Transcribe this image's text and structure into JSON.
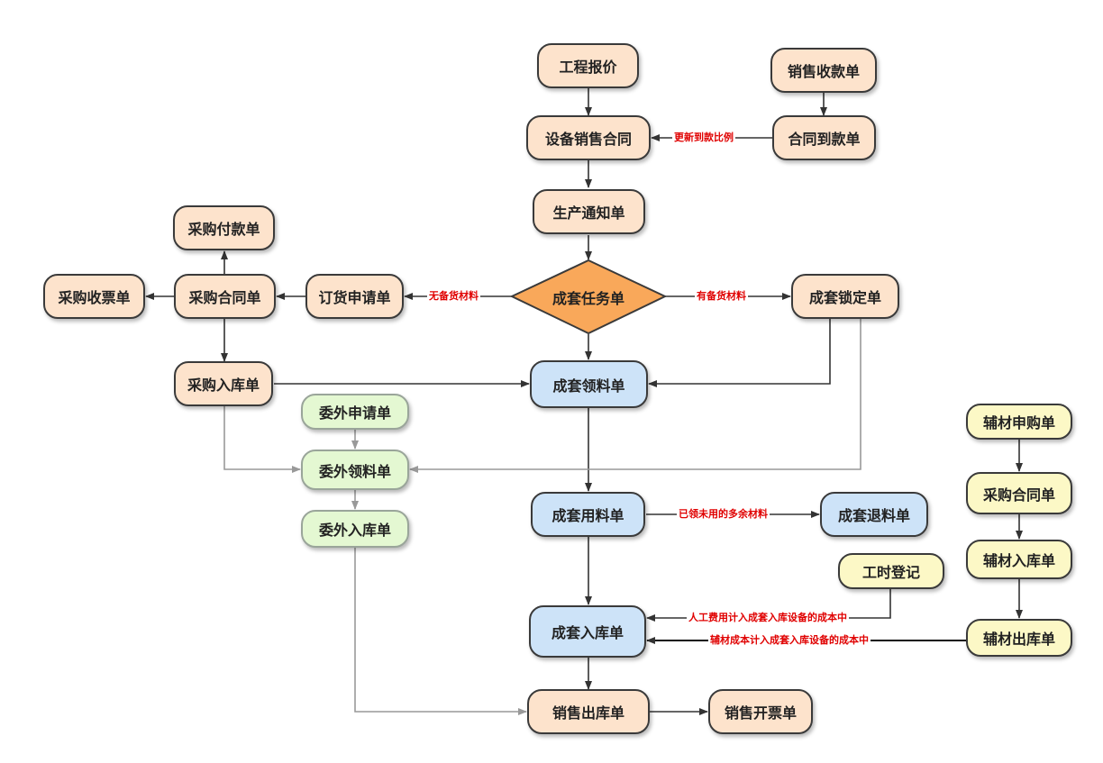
{
  "nodes": {
    "project_quote": "工程报价",
    "sales_receipt": "销售收款单",
    "equipment_sales_contract": "设备销售合同",
    "contract_payment": "合同到款单",
    "production_notice": "生产通知单",
    "purchase_payment": "采购付款单",
    "purchase_invoice": "采购收票单",
    "purchase_contract": "采购合同单",
    "order_request": "订货申请单",
    "kit_task": "成套任务单",
    "kit_lock": "成套锁定单",
    "purchase_inbound": "采购入库单",
    "kit_material_requisition": "成套领料单",
    "outsource_request": "委外申请单",
    "outsource_requisition": "委外领料单",
    "outsource_inbound": "委外入库单",
    "kit_material_usage": "成套用料单",
    "kit_material_return": "成套退料单",
    "aux_purchase_request": "辅材申购单",
    "aux_purchase_contract": "采购合同单",
    "aux_inbound": "辅材入库单",
    "labor_registration": "工时登记",
    "aux_outbound": "辅材出库单",
    "kit_inbound": "成套入库单",
    "sales_outbound": "销售出库单",
    "sales_invoice": "销售开票单"
  },
  "edge_labels": {
    "update_payment_ratio": "更新到款比例",
    "no_stock_material": "无备货材料",
    "has_stock_material": "有备货材料",
    "surplus_material": "已领未用的多余材料",
    "labor_cost": "人工费用计入成套入库设备的成本中",
    "aux_cost": "辅材成本计入成套入库设备的成本中"
  },
  "colors": {
    "orange_fill": "#fde3cc",
    "blue_fill": "#cde3f8",
    "green_fill": "#e4f8d2",
    "yellow_fill": "#fcf8c6",
    "diamond_fill": "#f9a85a",
    "edge_dark": "#333333",
    "edge_gray": "#999999",
    "label_red": "#e00000"
  }
}
